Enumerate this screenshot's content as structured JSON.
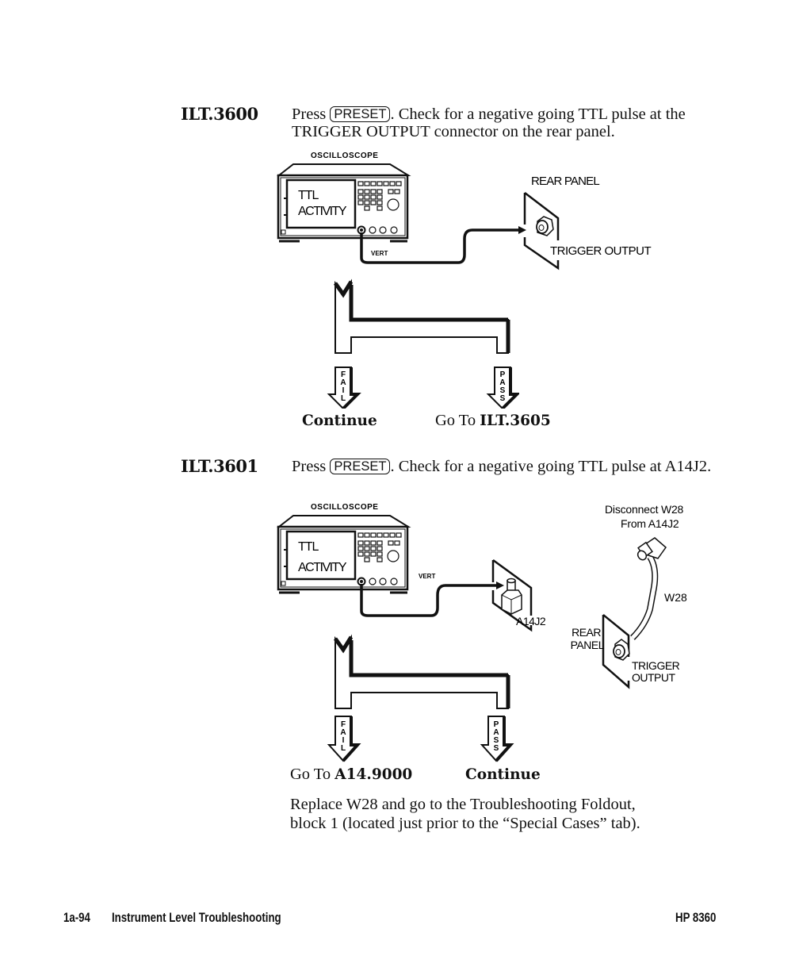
{
  "steps": [
    {
      "id": "ILT.3600",
      "text_before": "Press ",
      "key": "PRESET",
      "text_after": ". Check for a negative going TTL pulse at the TRIGGER OUTPUT connector on the rear panel.",
      "diagram": {
        "instrument_label": "OSCILLOSCOPE",
        "screen_line1": "TTL",
        "screen_line2": "ACTIVITY",
        "input_label": "VERT",
        "panel_label": "REAR PANEL",
        "connector_label": "TRIGGER OUTPUT"
      },
      "fail_arrow": "FAIL",
      "pass_arrow": "PASS",
      "fail_outcome": {
        "prefix": "",
        "bold": "Continue"
      },
      "pass_outcome": {
        "prefix": "Go To ",
        "bold": "ILT.3605"
      }
    },
    {
      "id": "ILT.3601",
      "text_before": "Press ",
      "key": "PRESET",
      "text_after": ". Check for a negative going TTL pulse at A14J2.",
      "diagram": {
        "instrument_label": "OSCILLOSCOPE",
        "screen_line1": "TTL",
        "screen_line2": "ACTIVITY",
        "input_label": "VERT",
        "connector_label": "A14J2",
        "note_line1": "Disconnect  W28",
        "note_line2": "From  A14J2",
        "cable_label": "W28",
        "panel_label_line1": "REAR",
        "panel_label_line2": "PANEL",
        "trigger_label_line1": "TRIGGER",
        "trigger_label_line2": "OUTPUT"
      },
      "fail_arrow": "FAIL",
      "pass_arrow": "PASS",
      "fail_outcome": {
        "prefix": "Go To ",
        "bold": "A14.9000"
      },
      "pass_outcome": {
        "prefix": "",
        "bold": "Continue"
      },
      "followup_line1": "Replace W28 and go to the Troubleshooting Foldout,",
      "followup_line2": "block 1 (located just prior to the “Special Cases” tab)."
    }
  ],
  "footer": {
    "page_number": "1a-94",
    "section": "Instrument Level Troubleshooting",
    "product": "HP 8360"
  }
}
